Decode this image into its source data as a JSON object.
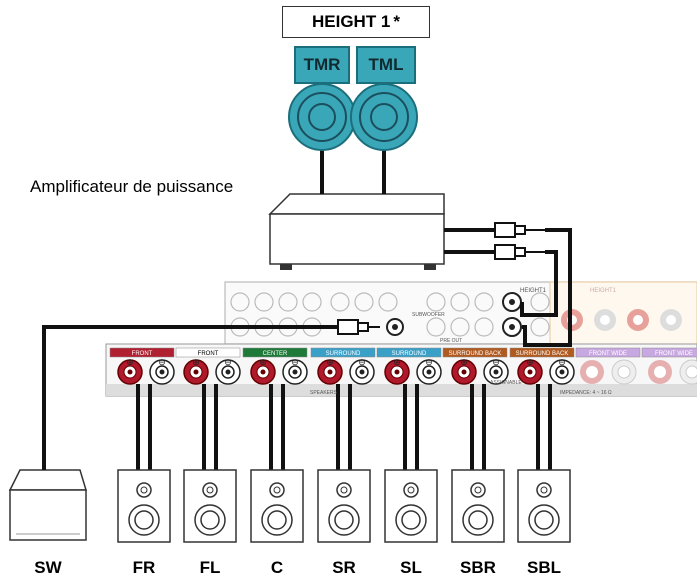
{
  "height_label": "HEIGHT 1",
  "height_mark": "*",
  "tmr": "TMR",
  "tml": "TML",
  "amp_label": "Amplificateur de puissance",
  "channel_labels": [
    "FRONT",
    "FRONT",
    "CENTER",
    "SURROUND",
    "SURROUND",
    "SURROUND BACK",
    "SURROUND BACK",
    "FRONT WIDE",
    "FRONT WIDE"
  ],
  "header_colors": [
    "#b02030",
    "#ffffff",
    "#1f7a3a",
    "#3aa0c8",
    "#3aa0c8",
    "#b05a20",
    "#b05a20",
    "#c8a8e0",
    "#c8a8e0"
  ],
  "upper_labels": [
    "HEIGHT1",
    "HEIGHT1",
    "SUBWOOFER",
    "PRE OUT"
  ],
  "terminal_labels": [
    "SPEAKERS",
    "ASSIGNABLE",
    "IMPEDANCE: 4 ~ 16 Ω"
  ],
  "speakers": [
    "SW",
    "FR",
    "FL",
    "C",
    "SR",
    "SL",
    "SBR",
    "SBL"
  ],
  "colors": {
    "teal": "#3aa7b8",
    "red": "#b0192b",
    "grey": "#444444"
  }
}
